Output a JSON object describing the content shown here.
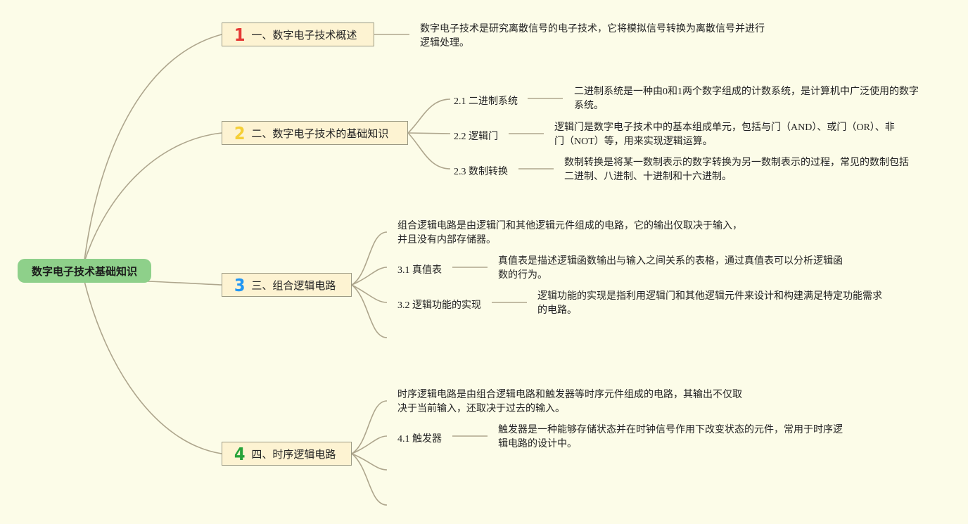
{
  "root": {
    "label": "数字电子技术基础知识"
  },
  "topics": [
    {
      "num": "1",
      "label": "一、数字电子技术概述",
      "color": "#e53935",
      "desc": [
        "数字电子技术是研究离散信号的电子技术，它将模拟信号转换为离散信号并进行",
        "逻辑处理。"
      ]
    },
    {
      "num": "2",
      "label": "二、数字电子技术的基础知识",
      "color": "#f5cf37",
      "subs": [
        {
          "label": "2.1 二进制系统",
          "desc": [
            "二进制系统是一种由0和1两个数字组成的计数系统，是计算机中广泛使用的数字",
            "系统。"
          ]
        },
        {
          "label": "2.2 逻辑门",
          "desc": [
            "逻辑门是数字电子技术中的基本组成单元，包括与门（AND）、或门（OR）、非",
            "门（NOT）等，用来实现逻辑运算。"
          ]
        },
        {
          "label": "2.3 数制转换",
          "desc": [
            "数制转换是将某一数制表示的数字转换为另一数制表示的过程，常见的数制包括",
            "二进制、八进制、十进制和十六进制。"
          ]
        }
      ]
    },
    {
      "num": "3",
      "label": "三、组合逻辑电路",
      "color": "#2196f3",
      "desc": [
        "组合逻辑电路是由逻辑门和其他逻辑元件组成的电路，它的输出仅取决于输入，",
        "并且没有内部存储器。"
      ],
      "subs": [
        {
          "label": "3.1 真值表",
          "desc": [
            "真值表是描述逻辑函数输出与输入之间关系的表格，通过真值表可以分析逻辑函",
            "数的行为。"
          ]
        },
        {
          "label": "3.2 逻辑功能的实现",
          "desc": [
            "逻辑功能的实现是指利用逻辑门和其他逻辑元件来设计和构建满足特定功能需求",
            "的电路。"
          ]
        }
      ]
    },
    {
      "num": "4",
      "label": "四、时序逻辑电路",
      "color": "#27a33a",
      "desc": [
        "时序逻辑电路是由组合逻辑电路和触发器等时序元件组成的电路，其输出不仅取",
        "决于当前输入，还取决于过去的输入。"
      ],
      "subs": [
        {
          "label": "4.1 触发器",
          "desc": [
            "触发器是一种能够存储状态并在时钟信号作用下改变状态的元件，常用于时序逻",
            "辑电路的设计中。"
          ]
        }
      ]
    }
  ]
}
